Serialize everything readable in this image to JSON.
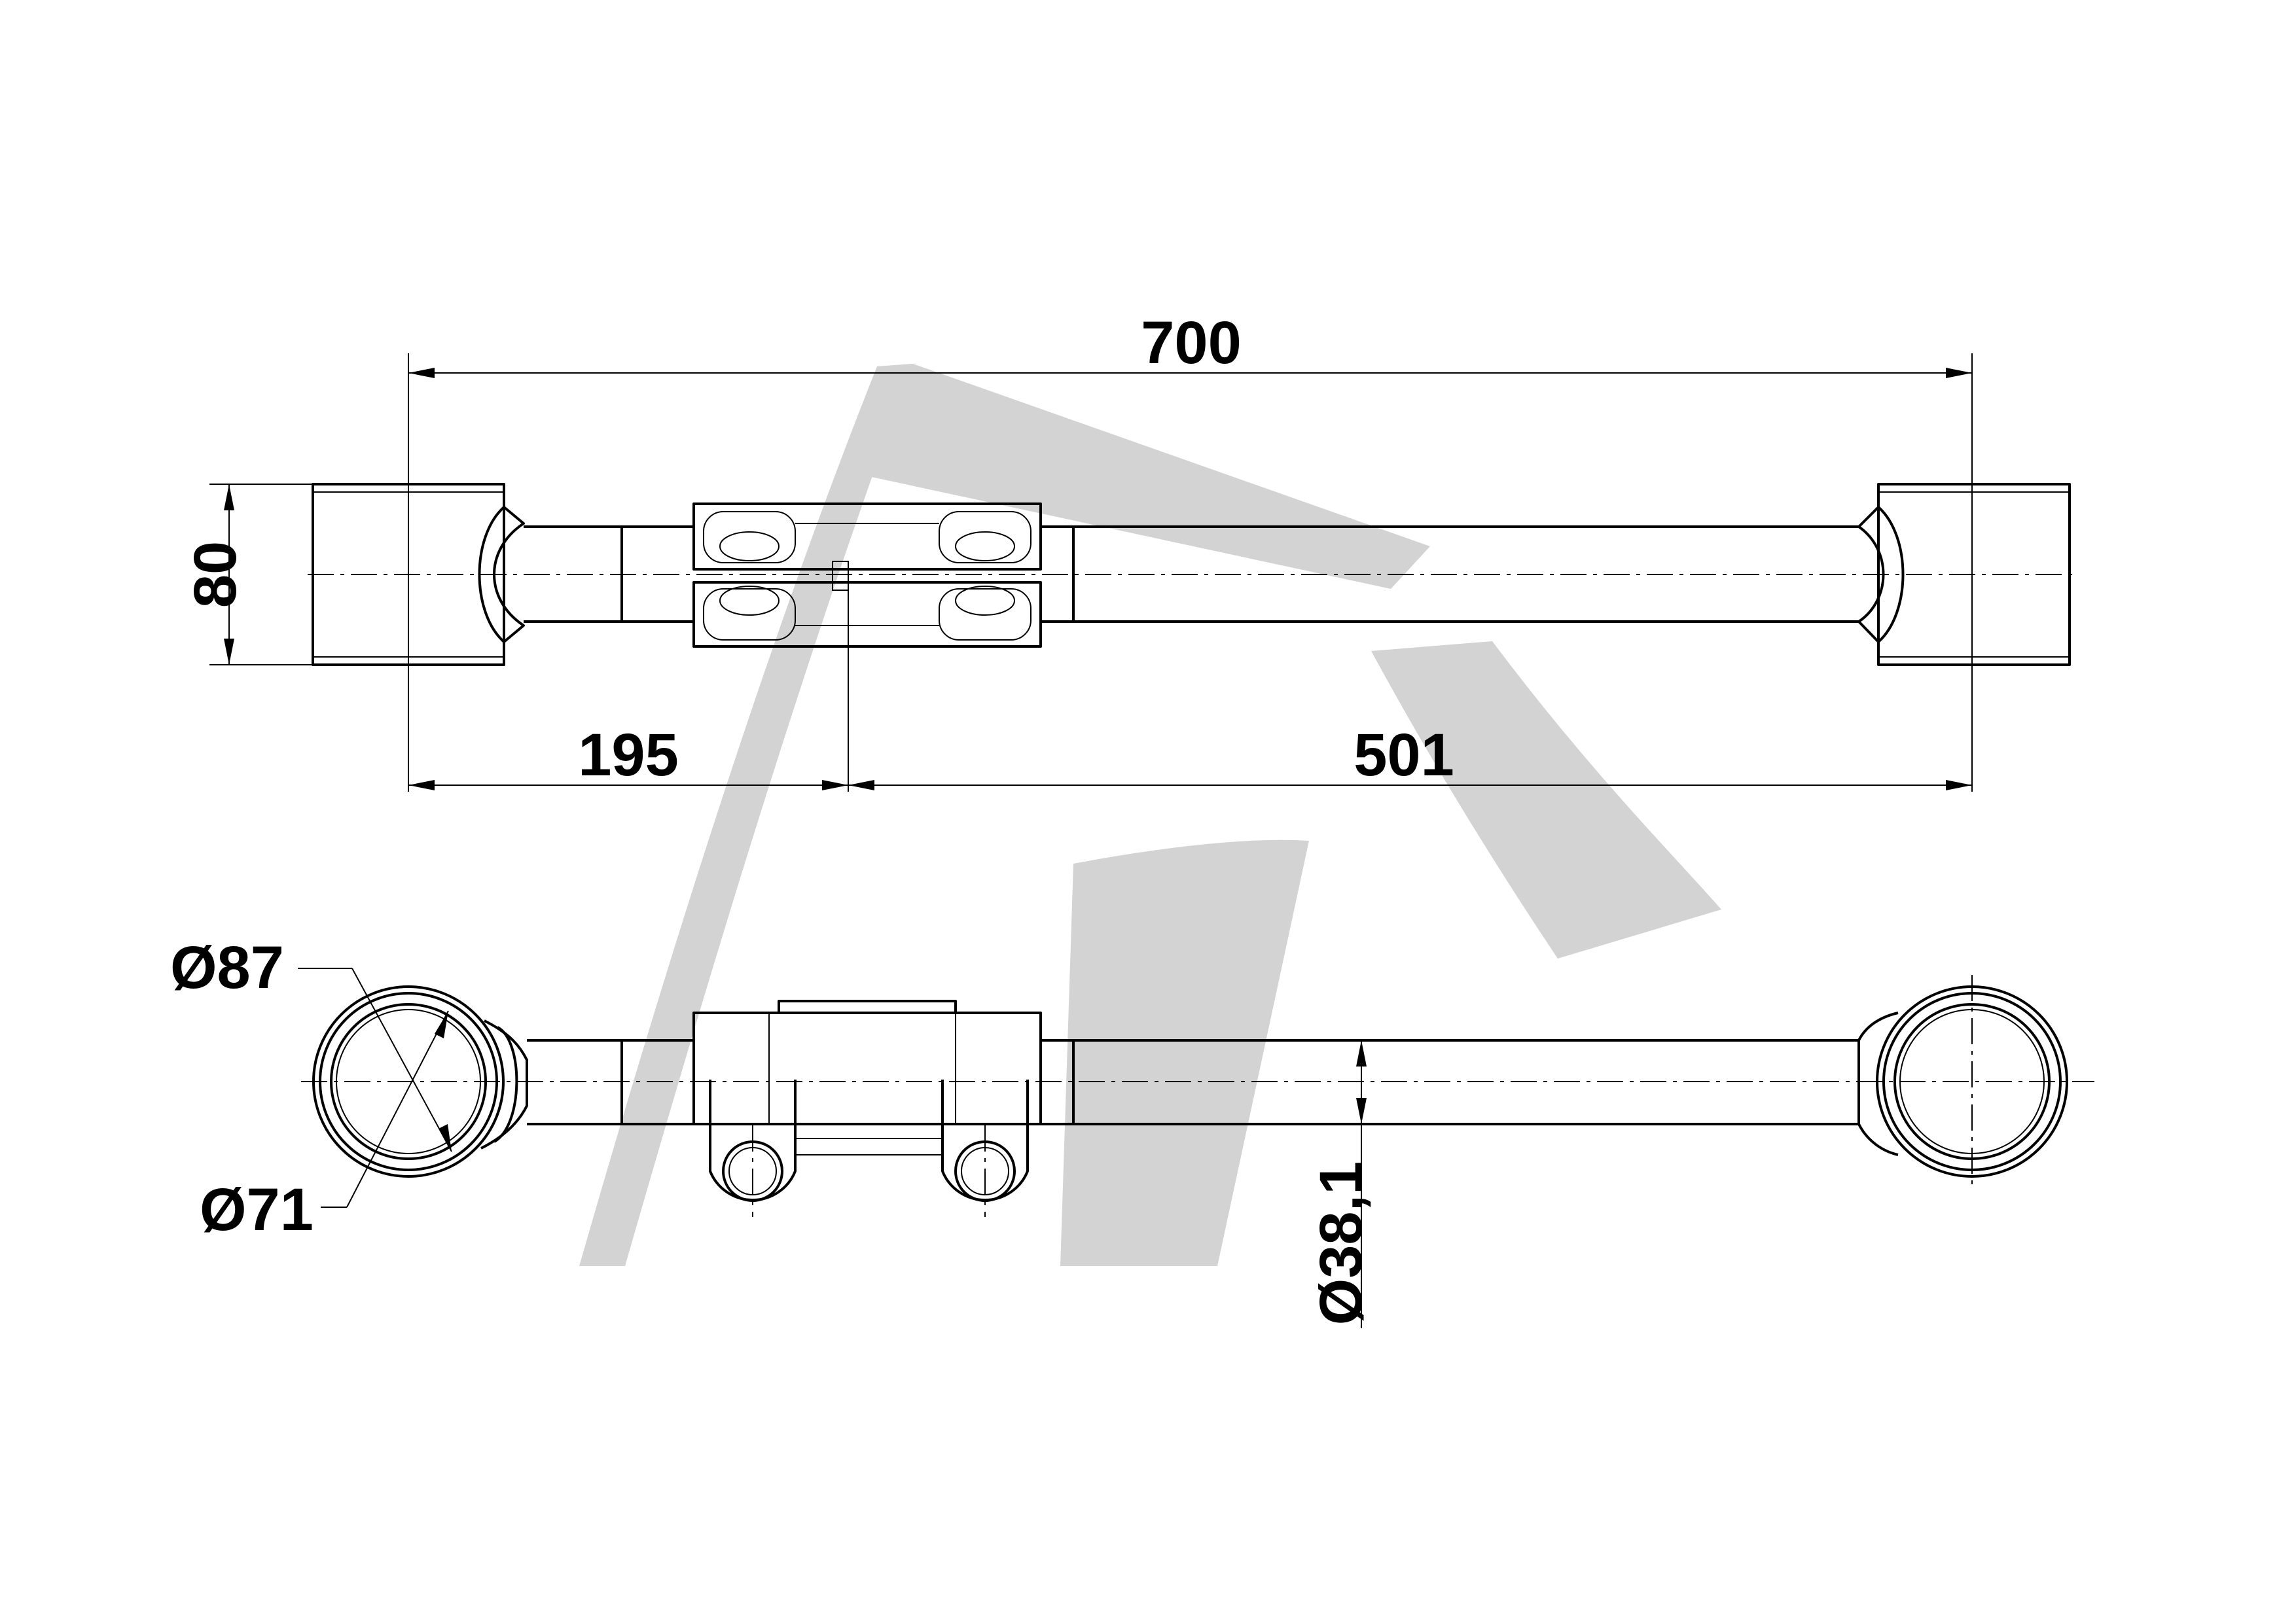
{
  "drawing": {
    "dimensions": {
      "overall_length": "700",
      "height": "80",
      "left_offset": "195",
      "right_offset": "501",
      "outer_diameter": "Ø87",
      "inner_diameter": "Ø71",
      "tube_diameter": "Ø38,1"
    },
    "colors": {
      "line": "#000000",
      "watermark": "#d3d3d3",
      "background": "#ffffff"
    },
    "watermark_icon": "stylized-A-logo"
  }
}
